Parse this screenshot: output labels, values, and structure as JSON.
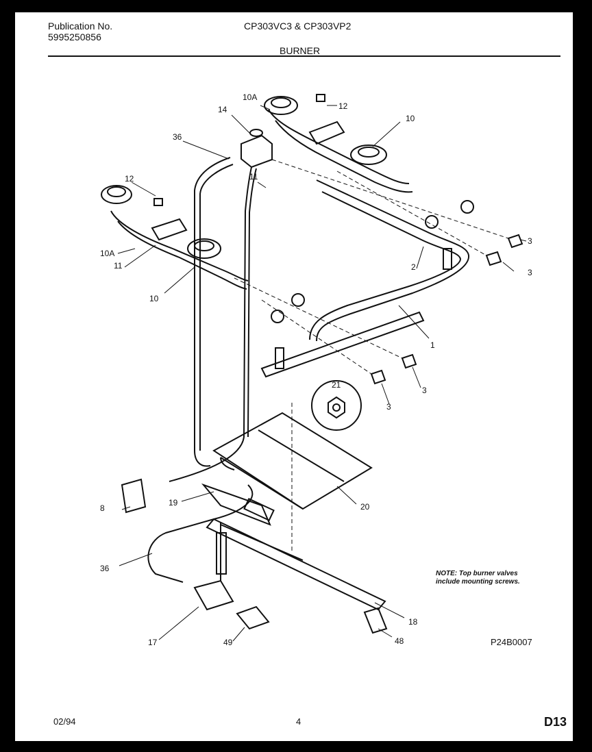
{
  "header": {
    "publication_label": "Publication No.",
    "publication_number": "5995250856",
    "models": "CP303VC3 & CP303VP2",
    "section": "BURNER"
  },
  "callouts": {
    "c1": "1",
    "c2": "2",
    "c3a": "3",
    "c3b": "3",
    "c3c": "3",
    "c3d": "3",
    "c8": "8",
    "c10a": "10",
    "c10b": "10",
    "c10A_a": "10A",
    "c10A_b": "10A",
    "c11a": "11",
    "c11b": "11",
    "c12a": "12",
    "c12b": "12",
    "c14": "14",
    "c17": "17",
    "c18": "18",
    "c19": "19",
    "c20": "20",
    "c21": "21",
    "c36a": "36",
    "c36b": "36",
    "c48": "48",
    "c49": "49"
  },
  "note": {
    "line1": "NOTE: Top burner valves",
    "line2": "include mounting screws."
  },
  "figure_number": "P24B0007",
  "footer": {
    "date": "02/94",
    "page": "4",
    "page_code": "D13"
  }
}
